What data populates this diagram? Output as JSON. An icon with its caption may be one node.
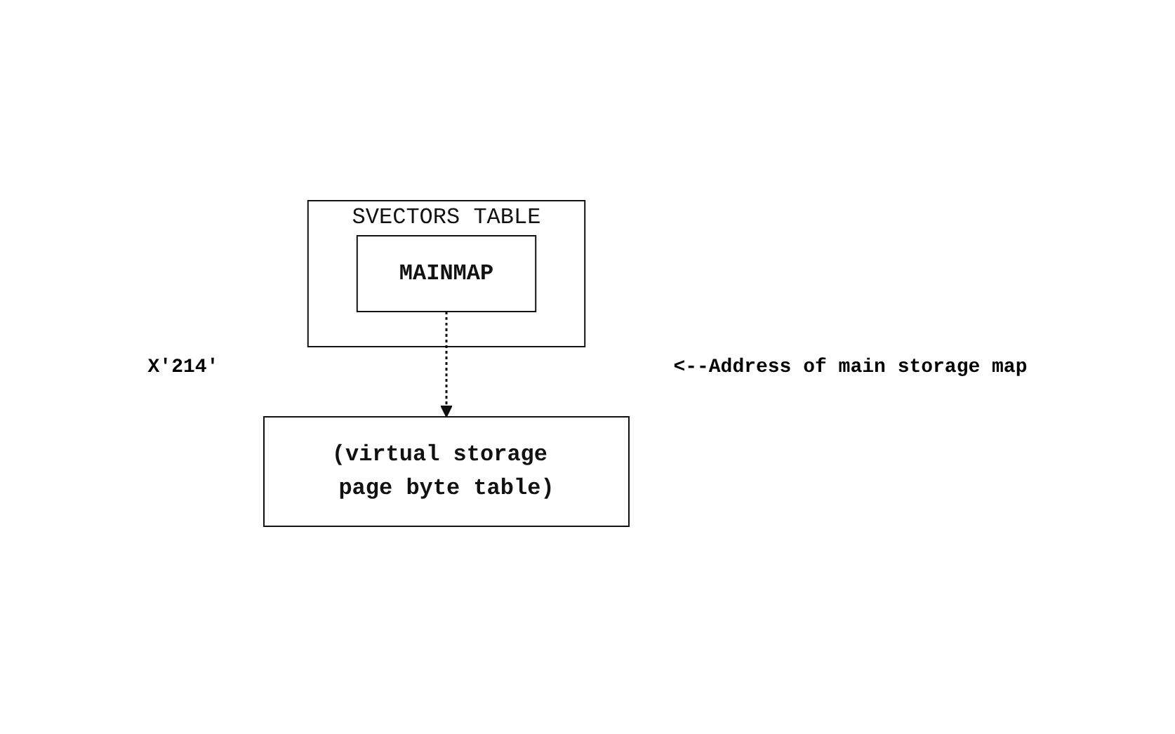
{
  "diagram": {
    "nodes": [
      {
        "text": [
          "SVECTORS TABLE"
        ]
      },
      {
        "text": [
          "MAINMAP"
        ],
        "in": 0
      },
      {
        "text": [
          "(virtual storage page byte table)"
        ]
      }
    ],
    "edges": [
      {
        "from": 1,
        "to": 2,
        "arrow": "to",
        "style": "dashed"
      }
    ],
    "labels": [
      "X'214'",
      "<--Address of main storage map"
    ]
  }
}
